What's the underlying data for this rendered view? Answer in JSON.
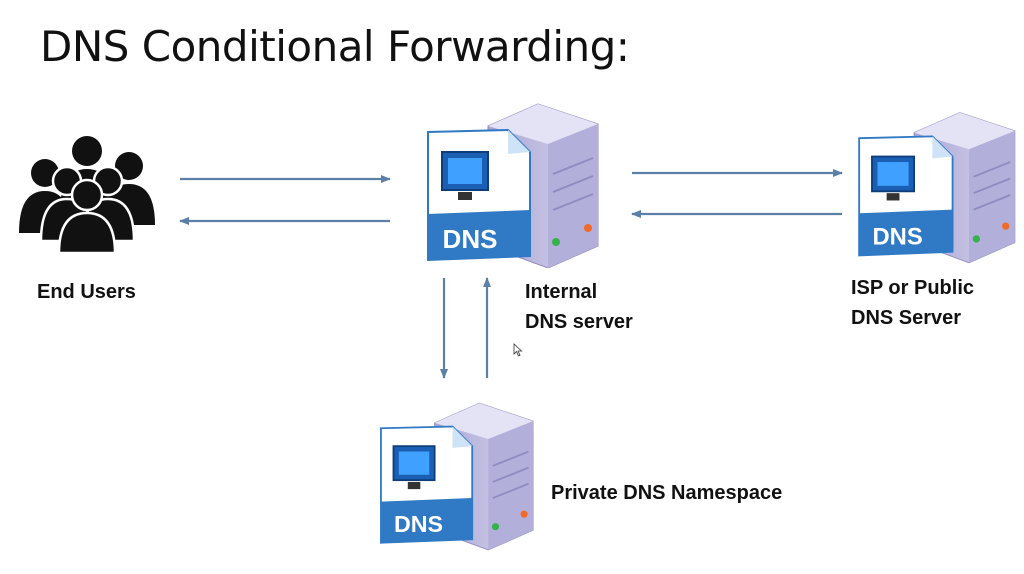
{
  "slide": {
    "title": "DNS Conditional Forwarding:"
  },
  "nodes": {
    "end_users": {
      "line1": "End Users",
      "icon": "people-group-icon"
    },
    "internal_dns": {
      "line1": "Internal",
      "line2": "DNS server",
      "badge": "DNS",
      "icon": "dns-server-icon"
    },
    "isp_dns": {
      "line1": "ISP or Public",
      "line2": "DNS Server",
      "badge": "DNS",
      "icon": "dns-server-icon"
    },
    "private_dns": {
      "line1": "Private DNS Namespace",
      "badge": "DNS",
      "icon": "dns-server-icon"
    }
  },
  "colors": {
    "arrow": "#5b7fa6",
    "server_body": "#c9c7e6",
    "server_dark": "#8f8bbf",
    "page_blue": "#2f79c5",
    "monitor": "#1a5fb4"
  }
}
